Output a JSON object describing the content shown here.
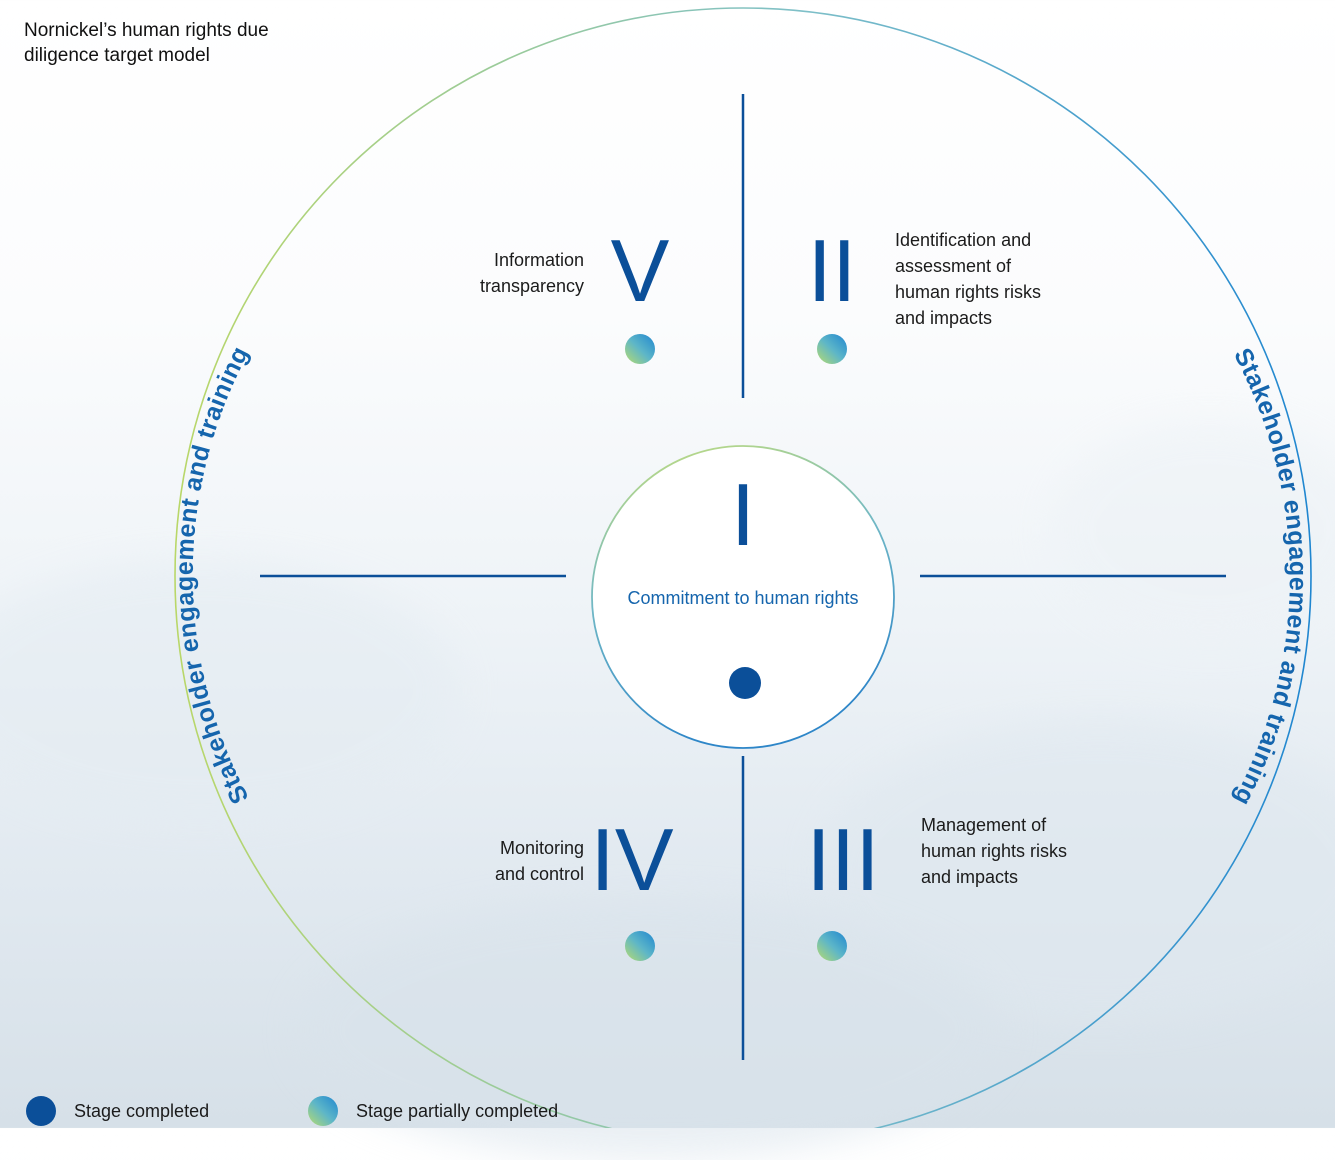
{
  "title": "Nornickel’s human rights due diligence target model",
  "ring_label": "Stakeholder engagement and training",
  "center": {
    "numeral": "I",
    "label": "Commitment to human rights",
    "status": "completed"
  },
  "stages": [
    {
      "numeral": "II",
      "label_lines": [
        "Identification and",
        "assessment of",
        "human rights risks",
        "and impacts"
      ],
      "status": "partially_completed"
    },
    {
      "numeral": "III",
      "label_lines": [
        "Management of",
        "human rights risks",
        "and impacts"
      ],
      "status": "partially_completed"
    },
    {
      "numeral": "IV",
      "label_lines": [
        "Monitoring",
        "and control"
      ],
      "status": "partially_completed"
    },
    {
      "numeral": "V",
      "label_lines": [
        "Information",
        "transparency"
      ],
      "status": "partially_completed"
    }
  ],
  "legend": {
    "completed": "Stage completed",
    "partially_completed": "Stage partially completed"
  },
  "colors": {
    "brand_blue": "#0b4f99",
    "text_blue": "#1565ad",
    "gradient_green": "#a9d66a",
    "gradient_blue": "#1f86d0"
  }
}
